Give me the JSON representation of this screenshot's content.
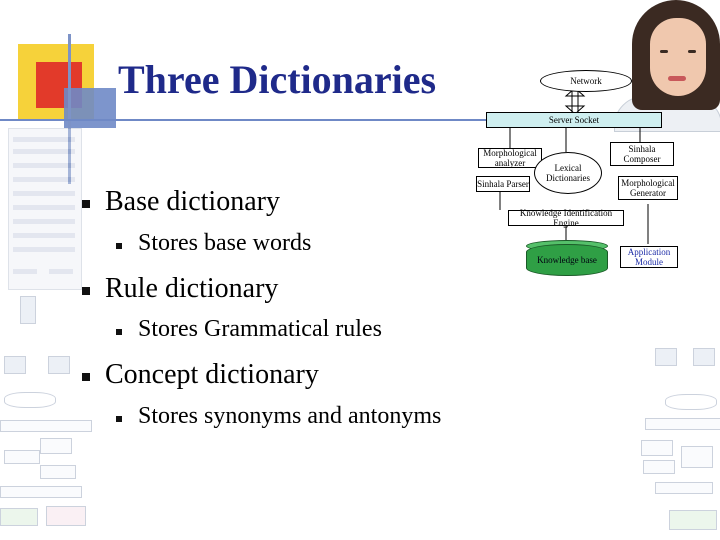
{
  "title": "Three Dictionaries",
  "bullets": [
    {
      "text": "Base dictionary",
      "sub": "Stores base words"
    },
    {
      "text": "Rule dictionary",
      "sub": "Stores Grammatical  rules"
    },
    {
      "text": "Concept dictionary",
      "sub": "Stores synonyms and antonyms"
    }
  ],
  "diagram": {
    "network": "Network",
    "server_socket": "Server Socket",
    "morph_analyzer": "Morphological analyzer",
    "sinhala_composer": "Sinhala Composer",
    "sinhala_parser": "Sinhala Parser",
    "lexical_dictionary": "Lexical Dictionaries",
    "morph_generator": "Morphological Generator",
    "knowledge_engine": "Knowledge Identification Engine",
    "knowledge_base": "Knowledge base",
    "application_module": "Application Module"
  },
  "colors": {
    "title": "#1f2a8a",
    "accent_yellow": "#f6d23a",
    "accent_red": "#e23a2a",
    "accent_blue": "#6f89c6",
    "socket_fill": "#cfeff0",
    "kb_fill": "#2f9f45"
  }
}
